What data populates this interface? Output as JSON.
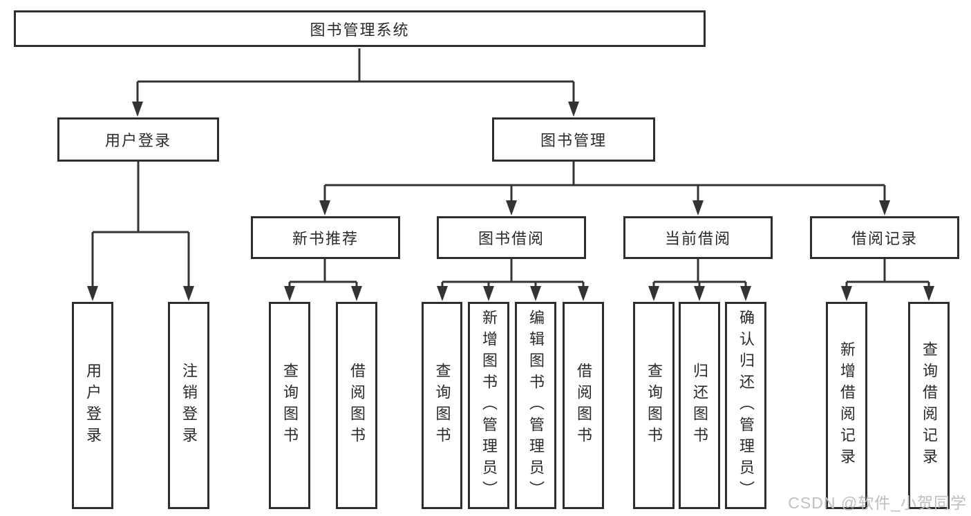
{
  "diagram": {
    "title": "图书管理系统",
    "type": "hierarchy-tree",
    "colors": {
      "line": "#333333",
      "box_border": "#2d2d2d",
      "text": "#2a2a2a",
      "background": "#ffffff",
      "watermark": "#bfbfbf"
    },
    "tree": {
      "root": {
        "label": "图书管理系统"
      },
      "branches": [
        {
          "label": "用户登录",
          "leaves": [
            {
              "label": "用户登录"
            },
            {
              "label": "注销登录"
            }
          ]
        },
        {
          "label": "图书管理",
          "children": [
            {
              "label": "新书推荐",
              "leaves": [
                {
                  "label": "查询图书"
                },
                {
                  "label": "借阅图书"
                }
              ]
            },
            {
              "label": "图书借阅",
              "leaves": [
                {
                  "label": "查询图书"
                },
                {
                  "label": "新增图书（管理员）"
                },
                {
                  "label": "编辑图书（管理员）"
                },
                {
                  "label": "借阅图书"
                }
              ]
            },
            {
              "label": "当前借阅",
              "leaves": [
                {
                  "label": "查询图书"
                },
                {
                  "label": "归还图书"
                },
                {
                  "label": "确认归还（管理员）"
                }
              ]
            },
            {
              "label": "借阅记录",
              "leaves": [
                {
                  "label": "新增借阅记录"
                },
                {
                  "label": "查询借阅记录"
                }
              ]
            }
          ]
        }
      ]
    },
    "watermark": {
      "text": "CSDN @软件_小贺同学"
    }
  }
}
